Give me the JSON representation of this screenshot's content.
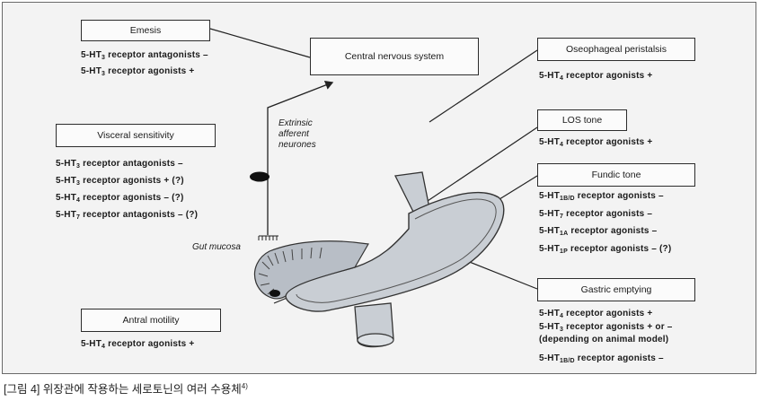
{
  "caption": {
    "text": "[그림 4] 위장관에 작용하는 세로토닌의 여러 수용체",
    "ref": "4)"
  },
  "center": {
    "title": "Central nervous system"
  },
  "nerve": {
    "label_lines": [
      "Extrinsic",
      "afferent",
      "neurones"
    ],
    "mucosa_label": "Gut mucosa"
  },
  "boxes": {
    "emesis": {
      "title": "Emesis",
      "agents": [
        {
          "pre": "5-HT",
          "sub": "3",
          "post": " receptor antagonists –"
        },
        {
          "pre": "5-HT",
          "sub": "3",
          "post": " receptor agonists +"
        }
      ]
    },
    "visceral": {
      "title": "Visceral sensitivity",
      "agents": [
        {
          "pre": "5-HT",
          "sub": "3",
          "post": " receptor antagonists –"
        },
        {
          "pre": "5-HT",
          "sub": "3",
          "post": " receptor agonists + (?)"
        },
        {
          "pre": "5-HT",
          "sub": "4",
          "post": " receptor agonists – (?)"
        },
        {
          "pre": "5-HT",
          "sub": "7",
          "post": " receptor antagonists – (?)"
        }
      ]
    },
    "antral": {
      "title": "Antral motility",
      "agents": [
        {
          "pre": "5-HT",
          "sub": "4",
          "post": " receptor agonists +"
        }
      ]
    },
    "oseo": {
      "title": "Oseophageal peristalsis",
      "agents": [
        {
          "pre": "5-HT",
          "sub": "4",
          "post": " receptor agonists +"
        }
      ]
    },
    "los": {
      "title": "LOS tone",
      "agents": [
        {
          "pre": "5-HT",
          "sub": "4",
          "post": " receptor agonists +"
        }
      ]
    },
    "fundic": {
      "title": "Fundic tone",
      "agents": [
        {
          "pre": "5-HT",
          "sub": "1B/D",
          "post": " receptor agonists –"
        },
        {
          "pre": "5-HT",
          "sub": "7",
          "post": " receptor agonists –"
        },
        {
          "pre": "5-HT",
          "sub": "1A",
          "post": " receptor agonists –"
        },
        {
          "pre": "5-HT",
          "sub": "1P",
          "post": " receptor agonists – (?)"
        }
      ]
    },
    "gastric": {
      "title": "Gastric emptying",
      "agents": [
        {
          "pre": "5-HT",
          "sub": "4",
          "post": " receptor agonists +"
        },
        {
          "pre": "5-HT",
          "sub": "3",
          "post": " receptor agonists + or –"
        },
        {
          "pre": "(depending on animal model)",
          "sub": "",
          "post": ""
        },
        {
          "pre": "5-HT",
          "sub": "1B/D",
          "post": " receptor agonists –"
        }
      ]
    }
  }
}
